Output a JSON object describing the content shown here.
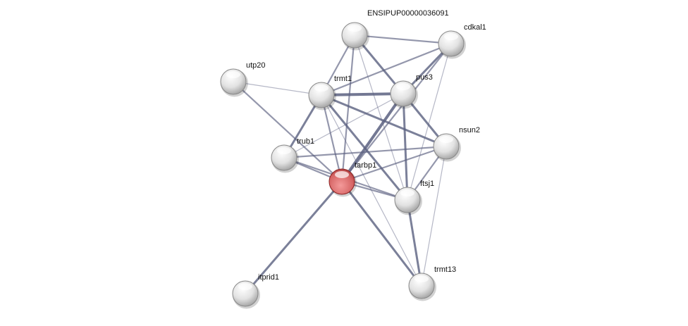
{
  "network": {
    "nodes": [
      {
        "id": "ENSIPUP00000036091",
        "label": "ENSIPUP00000036091",
        "query": false
      },
      {
        "id": "cdkal1",
        "label": "cdkal1",
        "query": false
      },
      {
        "id": "utp20",
        "label": "utp20",
        "query": false
      },
      {
        "id": "trmt1",
        "label": "trmt1",
        "query": false
      },
      {
        "id": "pus3",
        "label": "pus3",
        "query": false
      },
      {
        "id": "nsun2",
        "label": "nsun2",
        "query": false
      },
      {
        "id": "trub1",
        "label": "trub1",
        "query": false
      },
      {
        "id": "tarbp1",
        "label": "tarbp1",
        "query": true
      },
      {
        "id": "ftsj1",
        "label": "ftsj1",
        "query": false
      },
      {
        "id": "trmt13",
        "label": "trmt13",
        "query": false
      },
      {
        "id": "itprid1",
        "label": "itprid1",
        "query": false
      }
    ],
    "edges": [
      [
        "ENSIPUP00000036091",
        "cdkal1",
        2
      ],
      [
        "ENSIPUP00000036091",
        "trmt1",
        2
      ],
      [
        "ENSIPUP00000036091",
        "tarbp1",
        2
      ],
      [
        "ENSIPUP00000036091",
        "pus3",
        3
      ],
      [
        "ENSIPUP00000036091",
        "ftsj1",
        1
      ],
      [
        "cdkal1",
        "trmt1",
        2
      ],
      [
        "cdkal1",
        "pus3",
        3
      ],
      [
        "cdkal1",
        "tarbp1",
        2
      ],
      [
        "cdkal1",
        "ftsj1",
        1
      ],
      [
        "utp20",
        "trmt1",
        1
      ],
      [
        "utp20",
        "tarbp1",
        2
      ],
      [
        "trmt1",
        "pus3",
        4
      ],
      [
        "trmt1",
        "trub1",
        3
      ],
      [
        "trmt1",
        "tarbp1",
        2
      ],
      [
        "trmt1",
        "ftsj1",
        3
      ],
      [
        "trmt1",
        "nsun2",
        3
      ],
      [
        "trmt1",
        "trmt13",
        1
      ],
      [
        "pus3",
        "trub1",
        1
      ],
      [
        "pus3",
        "tarbp1",
        4
      ],
      [
        "pus3",
        "ftsj1",
        3
      ],
      [
        "pus3",
        "nsun2",
        3
      ],
      [
        "nsun2",
        "trub1",
        2
      ],
      [
        "nsun2",
        "tarbp1",
        2
      ],
      [
        "nsun2",
        "ftsj1",
        2
      ],
      [
        "nsun2",
        "trmt13",
        1
      ],
      [
        "trub1",
        "tarbp1",
        2
      ],
      [
        "trub1",
        "ftsj1",
        2
      ],
      [
        "tarbp1",
        "ftsj1",
        2
      ],
      [
        "tarbp1",
        "itprid1",
        3
      ],
      [
        "tarbp1",
        "trmt13",
        3
      ],
      [
        "ftsj1",
        "trmt13",
        3
      ]
    ],
    "colors": {
      "edge": "#5a6080",
      "node": "#e6e6e6",
      "query_node": "#d96a6a"
    }
  }
}
